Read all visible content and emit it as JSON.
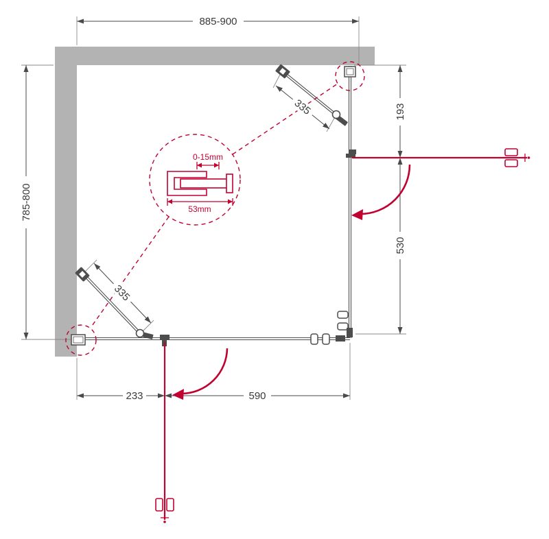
{
  "drawing": {
    "type": "shower-enclosure-top-view-plan",
    "dimensions": {
      "top_width": "885-900",
      "left_depth": "785-800",
      "right_upper": "193",
      "right_lower": "530",
      "door_upper": "335",
      "door_lower": "335",
      "bottom_left": "233",
      "bottom_right": "590"
    },
    "detail": {
      "adjustment": "0-15mm",
      "profile_width": "53mm"
    },
    "colors": {
      "wall_fill": "#b3b3b3",
      "line": "#4d4d4d",
      "accent_red": "#c10130",
      "dim_line": "#4a4a4a"
    }
  }
}
